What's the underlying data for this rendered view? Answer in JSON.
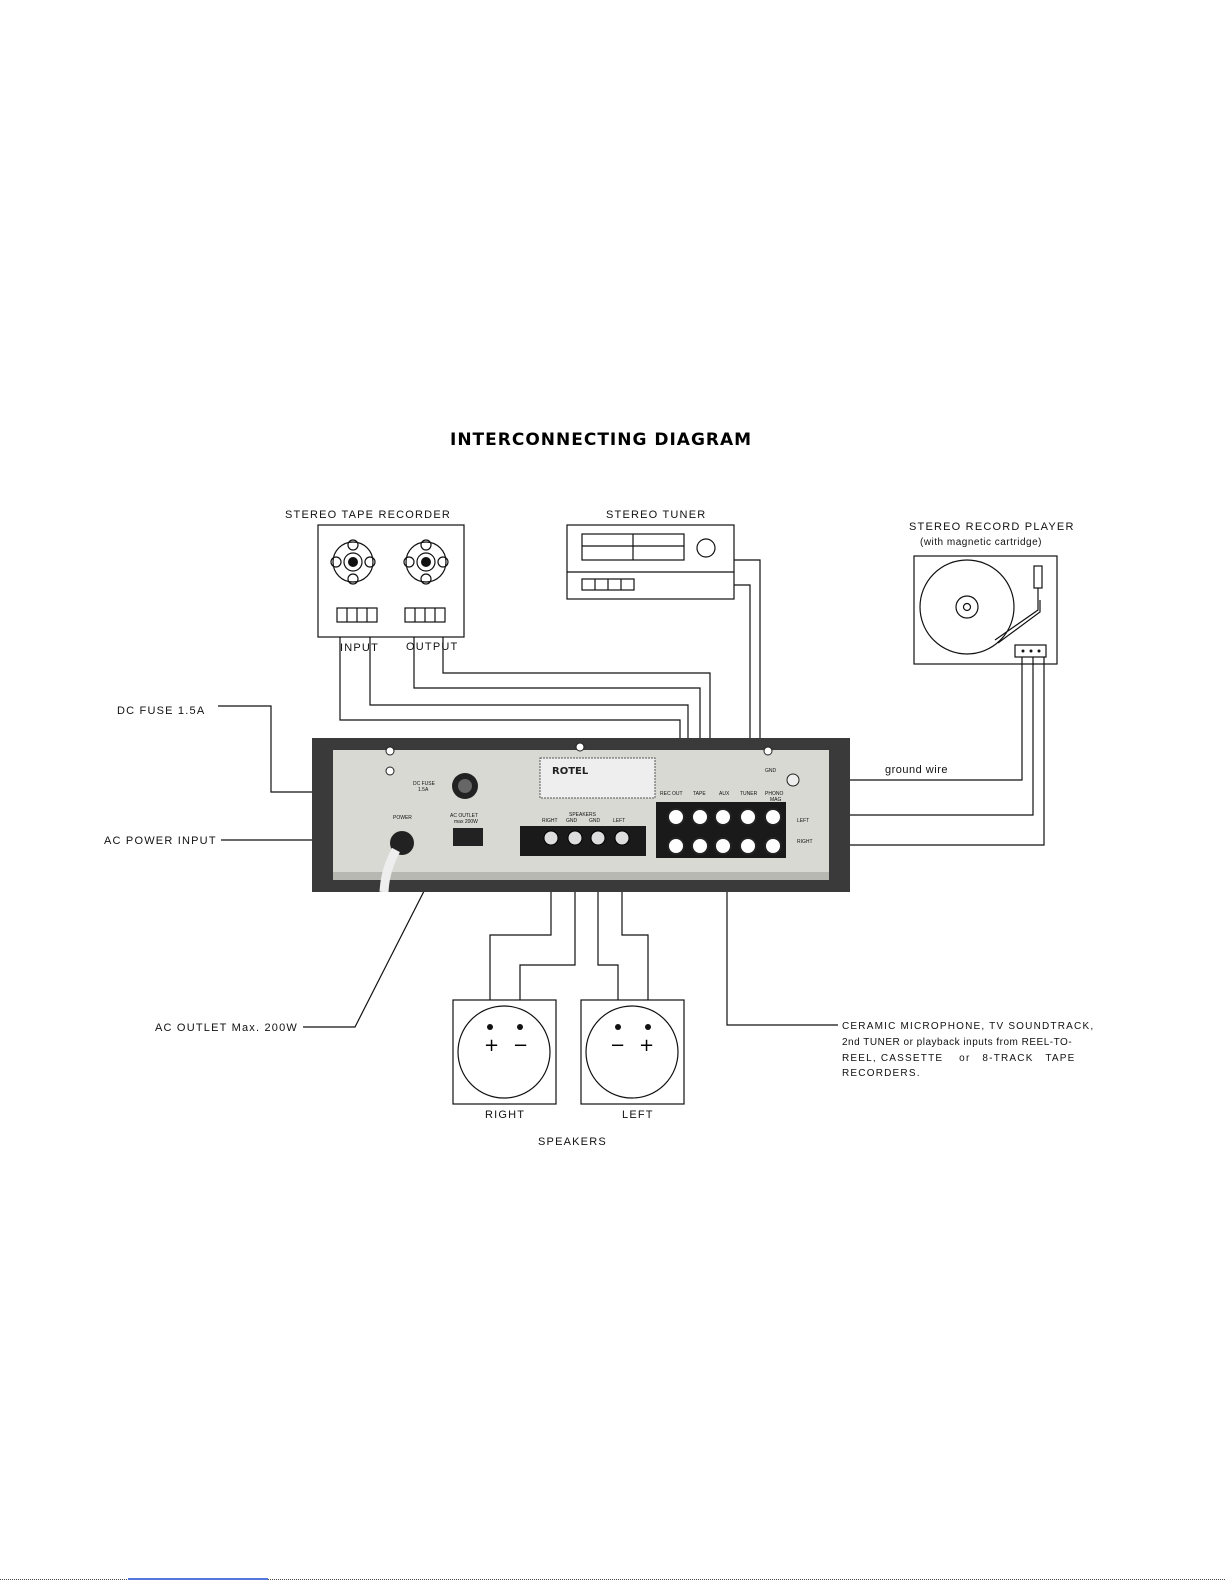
{
  "title": "INTERCONNECTING DIAGRAM",
  "devices": {
    "tape_recorder": {
      "label": "STEREO TAPE RECORDER",
      "input": "INPUT",
      "output": "OUTPUT"
    },
    "tuner": {
      "label": "STEREO TUNER"
    },
    "record_player": {
      "label": "STEREO RECORD PLAYER",
      "sub": "(with magnetic cartridge)"
    }
  },
  "callouts": {
    "dc_fuse": "DC FUSE 1.5A",
    "ac_power": "AC POWER INPUT",
    "ac_outlet": "AC OUTLET Max. 200W",
    "ground_wire": "ground wire",
    "aux_note": [
      "CERAMIC MICROPHONE, TV SOUNDTRACK,",
      "2nd TUNER or playback inputs from REEL-TO-",
      "REEL, CASSETTE    or   8-TRACK   TAPE",
      "RECORDERS."
    ]
  },
  "panel": {
    "brand": "ROTEL",
    "dc_fuse": "DC FUSE",
    "dc_fuse_rating": "1.5A",
    "power": "POWER",
    "ac_outlet": "AC OUTLET",
    "ac_outlet_rating": "max 200W",
    "speakers": "SPEAKERS",
    "speaker_terms": [
      "RIGHT",
      "GND",
      "GND",
      "LEFT"
    ],
    "inputs": [
      "REC OUT",
      "TAPE",
      "AUX",
      "TUNER",
      "PHONO"
    ],
    "phono_sub": "MAG",
    "gnd": "GND",
    "left": "LEFT",
    "right": "RIGHT"
  },
  "speakers": {
    "right": {
      "label": "RIGHT",
      "plus": "+",
      "minus": "−"
    },
    "left": {
      "label": "LEFT",
      "plus": "+",
      "minus": "−"
    },
    "caption": "SPEAKERS"
  }
}
